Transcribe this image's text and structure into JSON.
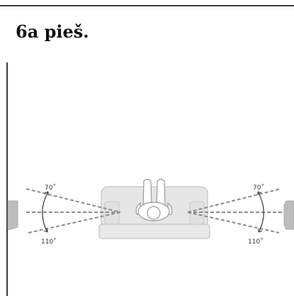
{
  "heading": "6a pieš.",
  "diagram": {
    "angles": {
      "upper": "70˚",
      "lower": "110˚"
    },
    "colors": {
      "sofa_fill": "#e6e6e6",
      "sofa_stroke": "#b8b8b8",
      "speaker_fill": "#bdbdbd",
      "line_color": "#8c8c8c",
      "arc_color": "#333333"
    }
  }
}
